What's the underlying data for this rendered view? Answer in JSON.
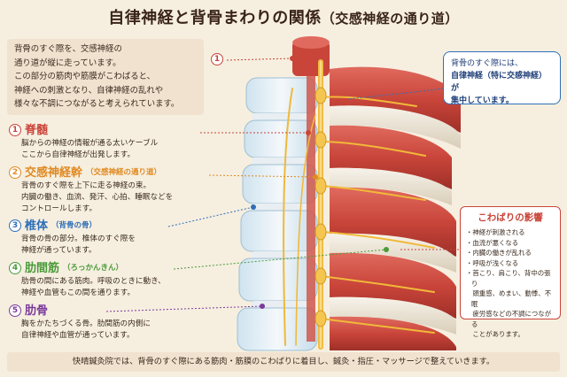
{
  "title": {
    "main": "自律神経と背骨まわりの関係",
    "sub": "（交感神経の通り道）"
  },
  "intro": {
    "lines": [
      "背骨のすぐ際を、交感神経の",
      "通り道が縦に走っています。",
      "この部分の筋肉や筋膜がこわばると、",
      "神経への刺激となり、自律神経の乱れや",
      "様々な不調につながると考えられています。"
    ]
  },
  "callout": {
    "line1": "背骨のすぐ際には、",
    "line2": "自律神経（特に交感神経）が",
    "line3": "集中しています。"
  },
  "marker1": "1",
  "sections": [
    {
      "num": "1",
      "name": "脊髄",
      "sub": "",
      "color": "#c9453a",
      "desc1": "脳からの神経の情報が通る太いケーブル",
      "desc2": "ここから自律神経が出発します。",
      "desc3": ""
    },
    {
      "num": "2",
      "name": "交感神経幹",
      "sub": "（交感神経の通り道）",
      "color": "#e08a22",
      "desc1": "背骨のすぐ際を上下に走る神経の束。",
      "desc2": "内臓の働き、血流、発汗、心拍、睡眠などを",
      "desc3": "コントロールします。"
    },
    {
      "num": "3",
      "name": "椎体",
      "sub": "（背骨の骨）",
      "color": "#2f6fb8",
      "desc1": "背骨の骨の部分。椎体のすぐ際を",
      "desc2": "神経が通っています。",
      "desc3": ""
    },
    {
      "num": "4",
      "name": "肋間筋",
      "sub": "（ろっかんきん）",
      "color": "#4a9a3a",
      "desc1": "肋骨の間にある筋肉。呼吸のときに動き、",
      "desc2": "神経や血管もこの間を通ります。",
      "desc3": ""
    },
    {
      "num": "5",
      "name": "肋骨",
      "sub": "",
      "color": "#7b3a9a",
      "desc1": "胸をかたちづくる骨。肋間筋の内側に",
      "desc2": "自律神経や血管が通っています。",
      "desc3": ""
    }
  ],
  "kowabari": {
    "title": "こわばりの影響",
    "items": [
      "・神経が刺激される",
      "・血流が悪くなる",
      "・内臓の働きが乱れる",
      "・呼吸が浅くなる",
      "・首こり、肩こり、背中の張り",
      "　頭重感、めまい、動悸、不眠",
      "　疲労感などの不調につながる",
      "　ことがあります。"
    ]
  },
  "footer": "快晴鍼灸院では、背骨のすぐ際にある筋肉・筋膜のこわばりに着目し、鍼灸・指圧・マッサージで整えていきます。",
  "colors": {
    "red": "#c9453a",
    "orange": "#e08a22",
    "blue": "#2f6fb8",
    "green": "#4a9a3a",
    "purple": "#7b3a9a",
    "background": "#f6efe0"
  }
}
